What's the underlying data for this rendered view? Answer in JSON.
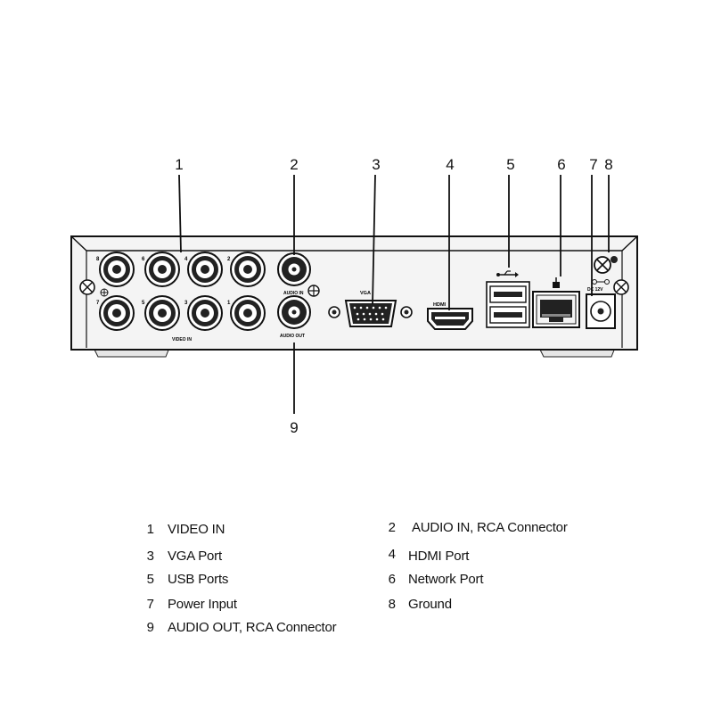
{
  "device": {
    "panel_labels": {
      "vga": "VGA",
      "hdmi": "HDMI",
      "video_in": "VIDEO IN",
      "audio_in": "AUDIO IN",
      "audio_out": "AUDIO OUT",
      "power": "DC 12V"
    },
    "bnc_numbers": [
      "8",
      "6",
      "4",
      "2",
      "7",
      "5",
      "3",
      "1"
    ]
  },
  "callouts": [
    "1",
    "2",
    "3",
    "4",
    "5",
    "6",
    "7",
    "8",
    "9"
  ],
  "legend": [
    {
      "num": "1",
      "label": "VIDEO IN"
    },
    {
      "num": "2",
      "label": "AUDIO IN, RCA Connector"
    },
    {
      "num": "3",
      "label": "VGA Port"
    },
    {
      "num": "4",
      "label": "HDMI Port"
    },
    {
      "num": "5",
      "label": "USB Ports"
    },
    {
      "num": "6",
      "label": "Network Port"
    },
    {
      "num": "7",
      "label": "Power Input"
    },
    {
      "num": "8",
      "label": "Ground"
    },
    {
      "num": "9",
      "label": "AUDIO OUT, RCA Connector"
    }
  ]
}
